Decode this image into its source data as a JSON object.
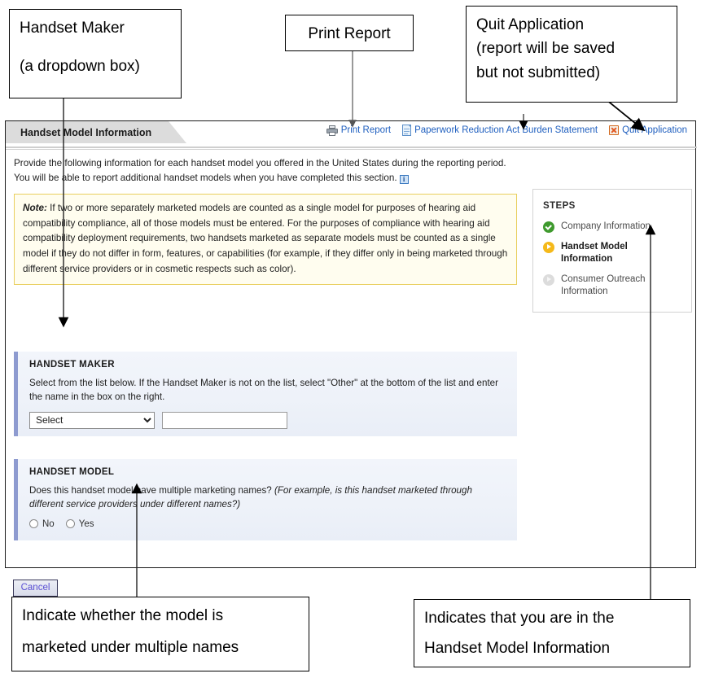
{
  "annotations": {
    "handset_maker": {
      "line1": "Handset Maker",
      "line2_a": "(a",
      "line2_b": " dropdown box)"
    },
    "print_report": {
      "line1": "Print Report"
    },
    "quit_application": {
      "line1": "Quit Application",
      "line2": "(report will be saved",
      "line3": "but not submitted)"
    },
    "bottom_left": {
      "line1": "Indicate whether the model is",
      "line2": "marketed under multiple names"
    },
    "bottom_right": {
      "line1": "Indicates that you are in the",
      "line2": "Handset Model Information"
    }
  },
  "app": {
    "tab_label": "Handset Model Information",
    "toolbar": [
      {
        "icon": "printer-icon",
        "label": "Print Report"
      },
      {
        "icon": "document-icon",
        "label": "Paperwork Reduction Act Burden Statement"
      },
      {
        "icon": "quit-x-icon",
        "label": "Quit Application"
      }
    ],
    "intro": "Provide the following information for each handset model you offered in the United States during the reporting period. You will be able to report additional handset models when you have completed this section.",
    "intro_info_icon": "i",
    "note": {
      "label": "Note:",
      "text": " If two or more separately marketed models are counted as a single model for purposes of hearing aid compatibility compliance, all of those models must be entered.  For the purposes of compliance with hearing aid compatibility deployment requirements, two handsets marketed as separate models must be counted as a single model if they do not differ in form, features, or capabilities (for example, if they differ only in being marketed through different service providers or in cosmetic respects such as color)."
    },
    "steps": {
      "title": "STEPS",
      "items": [
        {
          "label": "Company Information",
          "state": "done"
        },
        {
          "label": "Handset Model Information",
          "state": "current"
        },
        {
          "label": "Consumer Outreach Information",
          "state": "todo"
        }
      ]
    },
    "handset_maker": {
      "heading": "HANDSET MAKER",
      "description": "Select from the list below. If the Handset Maker is not on the list, select \"Other\" at the bottom of the list and enter the name in the box on the right.",
      "select_value": "Select",
      "select_options": [
        "Select"
      ],
      "other_value": "",
      "other_placeholder": ""
    },
    "handset_model": {
      "heading": "HANDSET MODEL",
      "question_plain": "Does this handset model have multiple marketing names? ",
      "question_italic": "(For example, is this handset marketed through different service providers under different names?)",
      "radio_no": "No",
      "radio_yes": "Yes"
    },
    "cancel_label": "Cancel"
  },
  "colors": {
    "link_blue": "#1f5fbf",
    "note_bg": "#fffdef",
    "note_border": "#e9cf5e",
    "panel_accent": "#8e9bd0",
    "step_done": "#3f9a2e",
    "step_current": "#f5b91a",
    "step_todo": "#dcdcdc",
    "quit_icon": "#e25822",
    "cancel_text": "#5a4fd4"
  }
}
